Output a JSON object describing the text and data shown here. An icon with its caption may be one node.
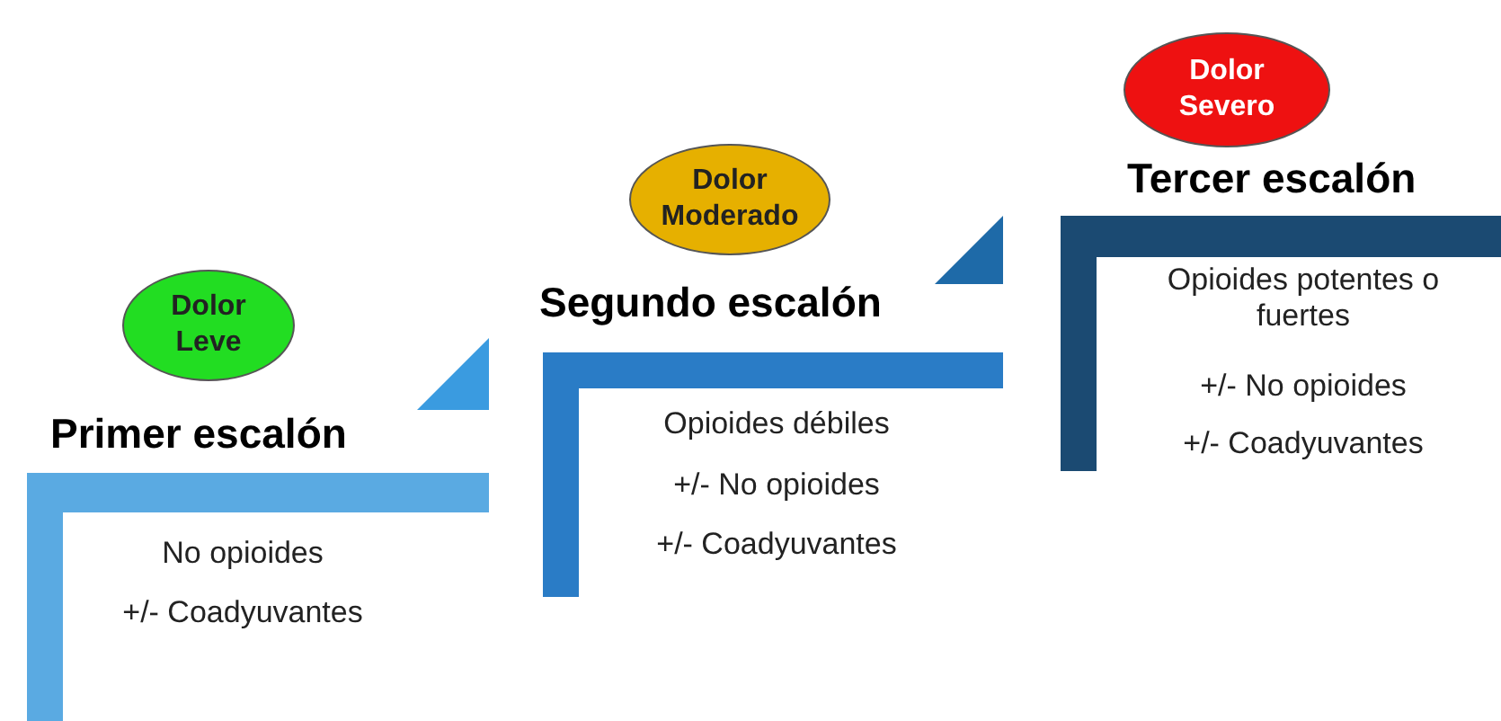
{
  "diagram": {
    "nodes": [
      {
        "text": [
          "Dolor Leve"
        ]
      },
      {
        "text": [
          "Primer escalón",
          "No opioides",
          "+/- Coadyuvantes"
        ]
      },
      {
        "text": [
          "Dolor Moderado"
        ]
      },
      {
        "text": [
          "Segundo escalón",
          "Opioides débiles",
          "+/- No opioides",
          "+/- Coadyuvantes"
        ]
      },
      {
        "text": [
          "Dolor Severo"
        ]
      },
      {
        "text": [
          "Tercer escalón",
          "Opioides potentes o fuertes",
          "+/- No opioides",
          "+/- Coadyuvantes"
        ]
      }
    ],
    "edges": []
  }
}
